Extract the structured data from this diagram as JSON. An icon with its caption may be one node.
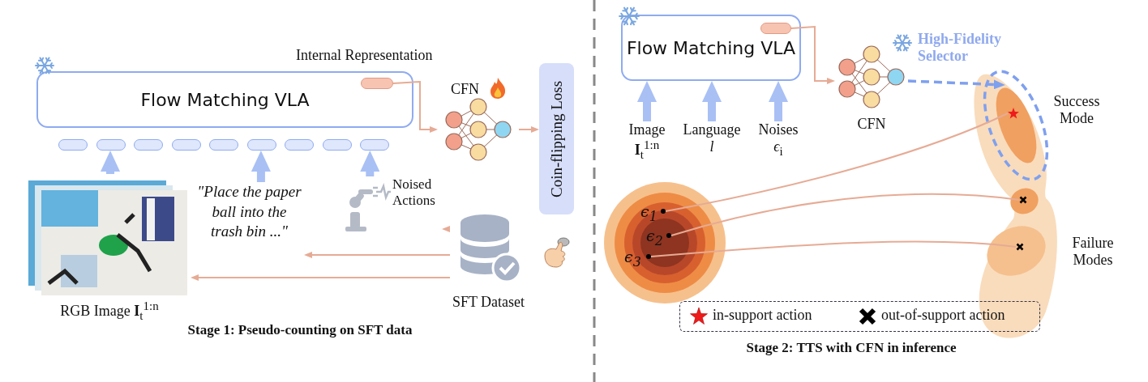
{
  "diagram": {
    "nodes": [
      {
        "text": [
          "Flow Matching VLA"
        ]
      },
      {
        "text": [],
        "shape": "box",
        "in": 0,
        "beside": [
          "Internal Representation"
        ]
      },
      {
        "text": [],
        "shape": "box"
      },
      {
        "text": [],
        "shape": "box"
      },
      {
        "text": [],
        "shape": "box"
      },
      {
        "text": [],
        "shape": "box"
      },
      {
        "text": [],
        "shape": "box"
      },
      {
        "text": [],
        "shape": "box"
      },
      {
        "text": [],
        "shape": "box"
      },
      {
        "text": [],
        "shape": "box"
      },
      {
        "text": [],
        "shape": "box"
      },
      {
        "text": [
          "CFN"
        ]
      },
      {
        "text": [
          "Coin-flipping Loss"
        ]
      },
      {
        "text": [
          "RGB Image **I**$_{t}$$^{1:n}$"
        ]
      },
      {
        "text": [
          "\"Place the paper ball into the trash bin ...\""
        ]
      },
      {
        "text": [
          "Noised Actions"
        ]
      },
      {
        "text": [
          "SFT Dataset"
        ]
      },
      {
        "text": [
          "Flow Matching VLA"
        ]
      },
      {
        "text": [],
        "shape": "box",
        "in": 17
      },
      {
        "text": [
          "Image **I**$_{t}$$^{1:n}$"
        ]
      },
      {
        "text": [
          "Language *l*"
        ]
      },
      {
        "text": [
          "Noises *ϵ*$_{i}$"
        ]
      },
      {
        "text": [
          "CFN"
        ],
        "beside": [
          "High-Fidelity Selector"
        ]
      },
      {
        "text": [],
        "shape": "circle"
      },
      {
        "text": [
          "*ϵ*$_{1}$"
        ],
        "in": 23
      },
      {
        "text": [
          "*ϵ*$_{2}$"
        ],
        "in": 23
      },
      {
        "text": [
          "*ϵ*$_{3}$"
        ],
        "in": 23
      },
      {
        "text": [],
        "shape": "cloud"
      },
      {
        "text": [],
        "shape": "ellipse",
        "in": 27
      },
      {
        "text": [],
        "shape": "star",
        "in": 28
      },
      {
        "text": [],
        "shape": "ellipse",
        "in": 27
      },
      {
        "text": [],
        "shape": "cross",
        "in": 30
      },
      {
        "text": [],
        "shape": "ellipse",
        "in": 27
      },
      {
        "text": [],
        "shape": "cross",
        "in": 32
      }
    ],
    "edges": [
      {
        "from": 13,
        "to": 3,
        "arrow": "to",
        "style": "thick",
        "color": "#a9c0f5"
      },
      {
        "from": 14,
        "to": 7,
        "arrow": "to",
        "style": "thick",
        "color": "#a9c0f5"
      },
      {
        "from": 15,
        "to": 10,
        "arrow": "to",
        "style": "thick",
        "color": "#a9c0f5"
      },
      {
        "from": 16,
        "to": 15,
        "arrow": "to"
      },
      {
        "from": 16,
        "to": 14,
        "arrow": "to"
      },
      {
        "from": 16,
        "to": 13,
        "arrow": "to"
      },
      {
        "from": 1,
        "to": 11,
        "arrow": "to"
      },
      {
        "from": 11,
        "to": 12,
        "arrow": "to"
      },
      {
        "from": 18,
        "to": 22,
        "arrow": "to"
      },
      {
        "from": 19,
        "to": 17,
        "arrow": "to",
        "style": "thick",
        "color": "#a9c0f5"
      },
      {
        "from": 20,
        "to": 17,
        "arrow": "to",
        "style": "thick",
        "color": "#a9c0f5"
      },
      {
        "from": 21,
        "to": 17,
        "arrow": "to",
        "style": "thick",
        "color": "#a9c0f5"
      },
      {
        "from": 22,
        "to": 28,
        "arrow": "to",
        "style": "dashed",
        "color": "#7fa0ef"
      },
      {
        "from": 24,
        "to": 29,
        "arrow": "none"
      },
      {
        "from": 25,
        "to": 31,
        "arrow": "none"
      },
      {
        "from": 26,
        "to": 33,
        "arrow": "none"
      }
    ],
    "labels": [
      "Stage 1: Pseudo-counting on SFT data",
      "Stage 2: TTS with CFN in inference",
      "Success Mode",
      "Failure Modes"
    ],
    "legend": [
      {
        "text": "in-support action"
      },
      {
        "text": "out-of-support action"
      }
    ]
  }
}
